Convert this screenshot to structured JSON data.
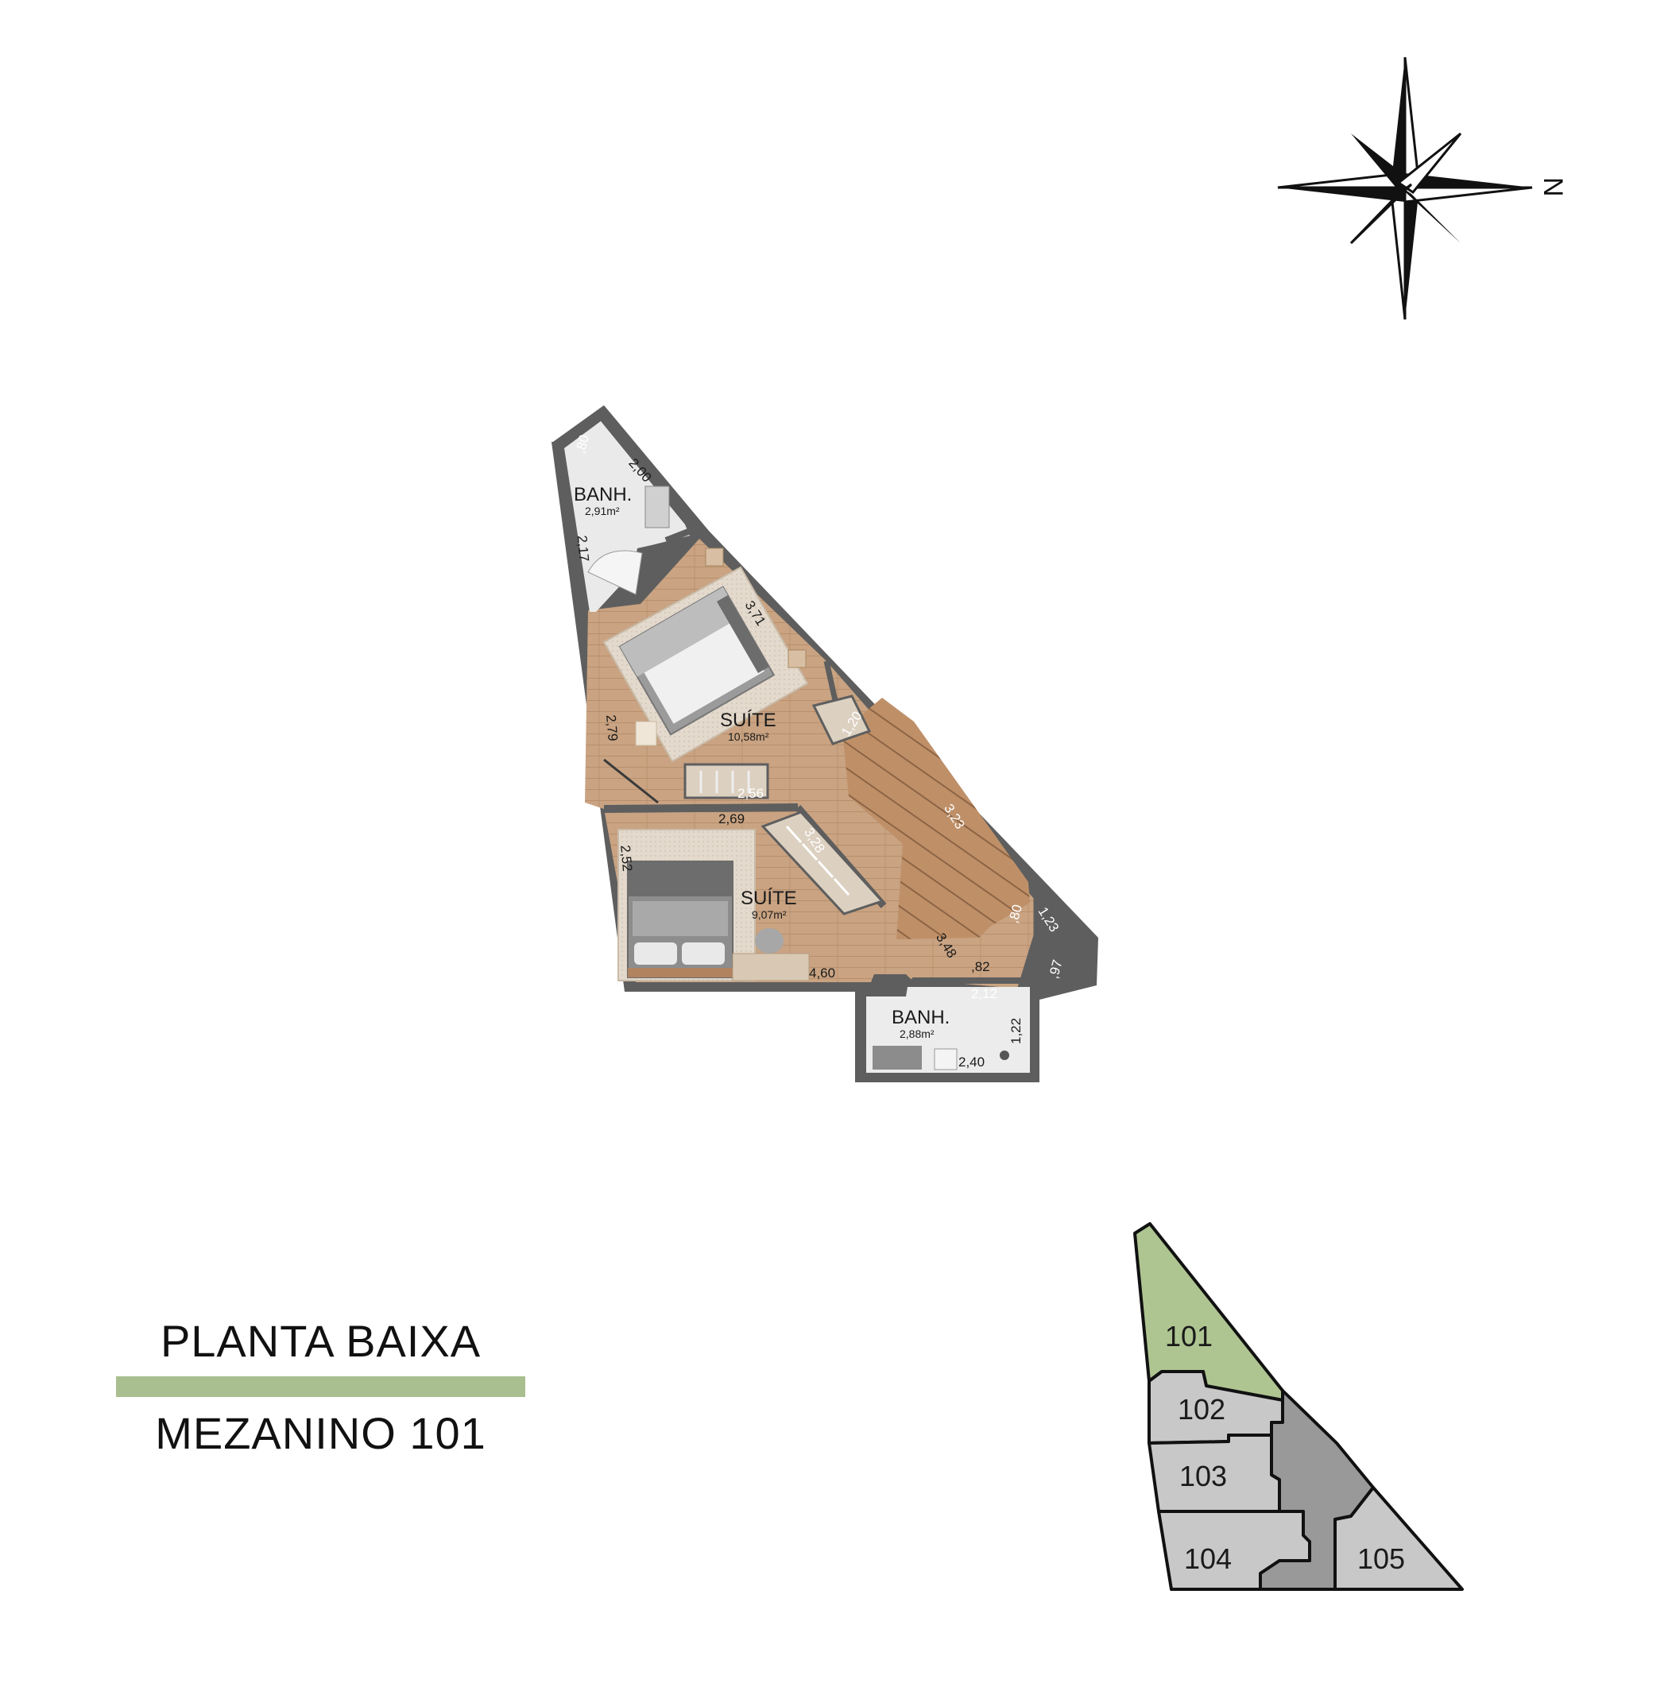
{
  "title": {
    "line1": "PLANTA BAIXA",
    "line2": "MEZANINO 101",
    "accent_color": "#a9bf8f"
  },
  "compass": {
    "north_label": "N",
    "icon": "compass-rose-icon"
  },
  "rooms": {
    "bath_top": {
      "name": "BANH.",
      "area": "2,91m²"
    },
    "suite_upper": {
      "name": "SUÍTE",
      "area": "10,58m²"
    },
    "suite_lower": {
      "name": "SUÍTE",
      "area": "9,07m²"
    },
    "bath_bottom": {
      "name": "BANH.",
      "area": "2,88m²"
    }
  },
  "dimensions": {
    "d_80_top": ",80",
    "d_200": "2,00",
    "d_217": "2,17",
    "d_371": "3,71",
    "d_279": "2,79",
    "d_120": "1,20",
    "d_256": "2,56",
    "d_269": "2,69",
    "d_323": "3,23",
    "d_252": "2,52",
    "d_328": "3,28",
    "d_80_mid": ",80",
    "d_123": "1,23",
    "d_348": "3,48",
    "d_82": ",82",
    "d_460": "4,60",
    "d_212": "2,12",
    "d_97": ",97",
    "d_122": "1,22",
    "d_240": "2,40"
  },
  "key_plan": {
    "units": [
      {
        "label": "101",
        "highlighted": true
      },
      {
        "label": "102",
        "highlighted": false
      },
      {
        "label": "103",
        "highlighted": false
      },
      {
        "label": "104",
        "highlighted": false
      },
      {
        "label": "105",
        "highlighted": false
      }
    ],
    "highlight_color": "#aec592",
    "unit_color": "#c8c8c8",
    "circulation_color": "#999999"
  },
  "colors": {
    "wood_floor": "#c9a382",
    "tile_floor": "#e9e9e9",
    "wall": "#5e5e5e"
  }
}
